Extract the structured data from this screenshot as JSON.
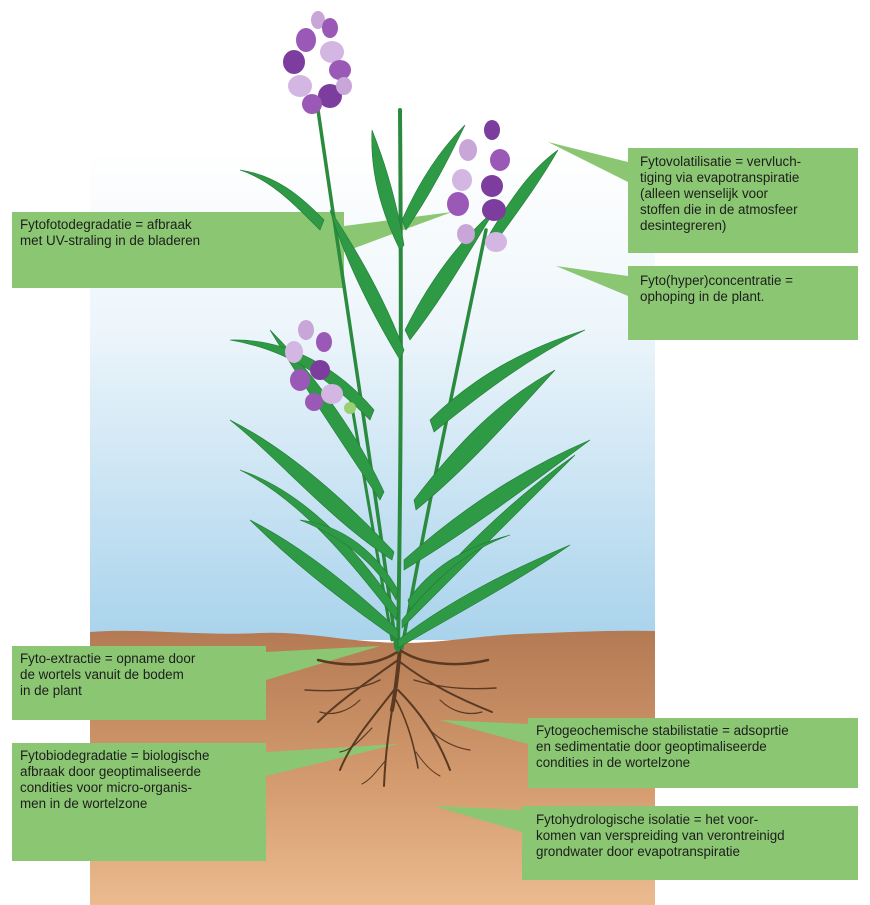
{
  "colors": {
    "label_green": "#8bc772",
    "soil_top": "#b47a54",
    "soil_bottom": "#e9b98d",
    "sky_top": "#ffffff",
    "sky_bottom": "#a9d3ec",
    "leaf": "#2f9a45",
    "flower": "#9a59b6"
  },
  "labels": {
    "fytovolatilisatie": "Fytovolatilisatie = vervluch-\ntiging via evapotranspiratie\n(alleen wenselijk voor\nstoffen die in de atmosfeer\ndesintegreren)",
    "fytofotodegradatie": "Fytofotodegradatie = afbraak\nmet UV-straling in de bladeren",
    "fytoconcentratie": "Fyto(hyper)concentratie =\nophoping in de plant.",
    "fytoextractie": "Fyto-extractie = opname door\nde wortels vanuit de bodem\nin de plant",
    "fytobiodegradatie": "Fytobiodegradatie = biologische\nafbraak door geoptimaliseerde\ncondities voor micro-organis-\nmen in de wortelzone",
    "fytogeochemische": "Fytogeochemische stabilistatie = adsoprtie\nen sedimentatie door geoptimaliseerde\ncondities in de wortelzone",
    "fytohydrologische": "Fytohydrologische isolatie = het voor-\nkomen van verspreiding van verontreinigd\ngrondwater door evapotranspiratie"
  }
}
